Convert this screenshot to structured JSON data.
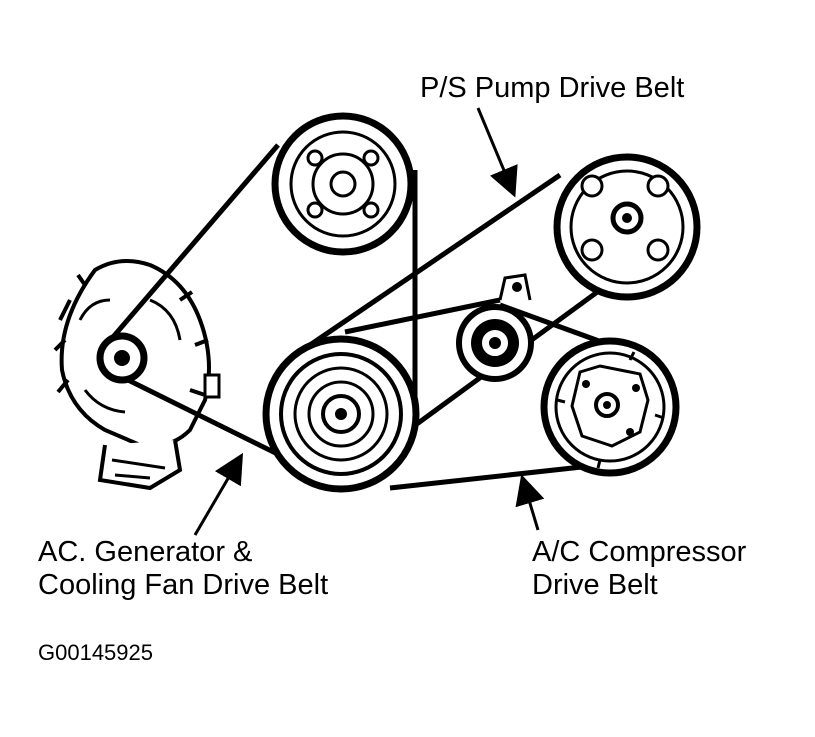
{
  "labels": {
    "ps_pump": "P/S Pump Drive Belt",
    "generator_line1": "AC. Generator &",
    "generator_line2": "Cooling Fan Drive Belt",
    "compressor_line1": "A/C Compressor",
    "compressor_line2": "Drive Belt",
    "figure_id": "G00145925"
  },
  "colors": {
    "ink": "#000000",
    "paper": "#ffffff"
  }
}
